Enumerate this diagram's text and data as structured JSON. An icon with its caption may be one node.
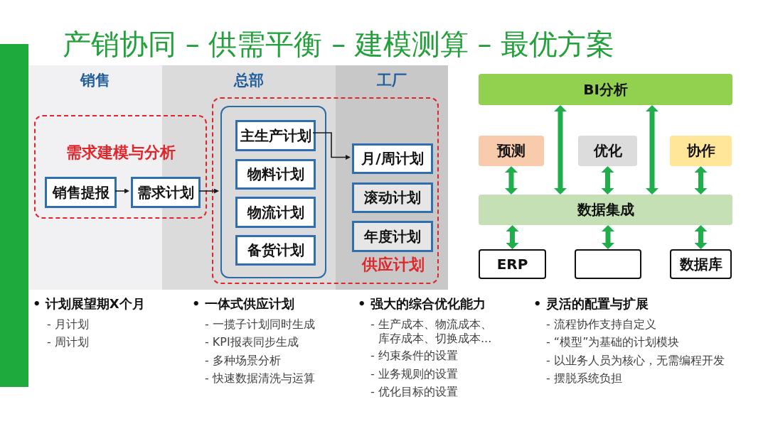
{
  "diagram": {
    "title": "产销协同 – 供需平衡 – 建模测算 – 最优方案",
    "nodes": [
      {
        "text": [
          "销售"
        ]
      },
      {
        "text": [
          "总部"
        ]
      },
      {
        "text": [
          "工厂"
        ]
      },
      {
        "text": [
          "需求建模与分析"
        ]
      },
      {
        "text": [
          "销售提报"
        ],
        "in": 3
      },
      {
        "text": [
          "需求计划"
        ],
        "in": 3
      },
      {
        "text": [
          "供应计划"
        ]
      },
      {
        "text": [],
        "shape": "box",
        "in": 6
      },
      {
        "text": [
          "主生产计划"
        ],
        "in": 7
      },
      {
        "text": [
          "物料计划"
        ],
        "in": 7
      },
      {
        "text": [
          "物流计划"
        ],
        "in": 7
      },
      {
        "text": [
          "备货计划"
        ],
        "in": 7
      },
      {
        "text": [
          "月/周计划"
        ],
        "in": 6
      },
      {
        "text": [
          "滚动计划"
        ],
        "in": 6
      },
      {
        "text": [
          "年度计划"
        ],
        "in": 6
      },
      {
        "text": [
          "BI分析"
        ]
      },
      {
        "text": [
          "预测"
        ]
      },
      {
        "text": [
          "优化"
        ]
      },
      {
        "text": [
          "协作"
        ]
      },
      {
        "text": [
          "数据集成"
        ]
      },
      {
        "text": [
          "ERP"
        ]
      },
      {
        "text": [],
        "shape": "box"
      },
      {
        "text": [
          "数据库"
        ]
      }
    ],
    "edges": [
      {
        "from": 4,
        "to": 5,
        "arrow": "to",
        "color": "#1a1a1a"
      },
      {
        "from": 5,
        "to": 7,
        "arrow": "to",
        "color": "#1a1a1a"
      },
      {
        "from": 8,
        "to": 12,
        "arrow": "to",
        "color": "#1a1a1a"
      },
      {
        "from": 15,
        "to": 19,
        "arrow": "both"
      },
      {
        "from": 15,
        "to": 19,
        "arrow": "both"
      },
      {
        "from": 16,
        "to": 19,
        "arrow": "both"
      },
      {
        "from": 17,
        "to": 19,
        "arrow": "both"
      },
      {
        "from": 18,
        "to": 19,
        "arrow": "both"
      },
      {
        "from": 19,
        "to": 20,
        "arrow": "both"
      },
      {
        "from": 19,
        "to": 21,
        "arrow": "both"
      },
      {
        "from": 19,
        "to": 22,
        "arrow": "both"
      }
    ],
    "labels": [
      "• 计划展望期X个月",
      "- 月计划",
      "- 周计划",
      "• 一体式供应计划",
      "- 一揽子计划同时生成",
      "- KPI报表同步生成",
      "- 多种场景分析",
      "- 快速数据清洗与运算",
      "• 强大的综合优化能力",
      "- 生产成本、物流成本、库存成本、切换成本...",
      "- 约束条件的设置",
      "- 业务规则的设置",
      "- 优化目标的设置",
      "• 灵活的配置与扩展",
      "- 流程协作支持自定义",
      "- “模型”为基础的计划模块",
      "- 以业务人员为核心，无需编程开发",
      "- 摆脱系统负担"
    ]
  }
}
